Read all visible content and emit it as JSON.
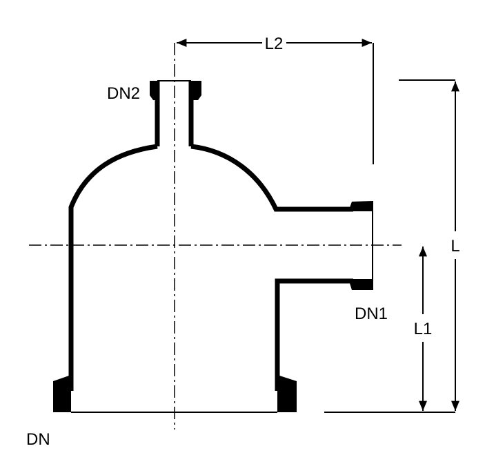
{
  "labels": {
    "dn": "DN",
    "dn1": "DN1",
    "dn2": "DN2",
    "l": "L",
    "l1": "L1",
    "l2": "L2"
  },
  "colors": {
    "line": "#000000",
    "background": "#ffffff"
  }
}
